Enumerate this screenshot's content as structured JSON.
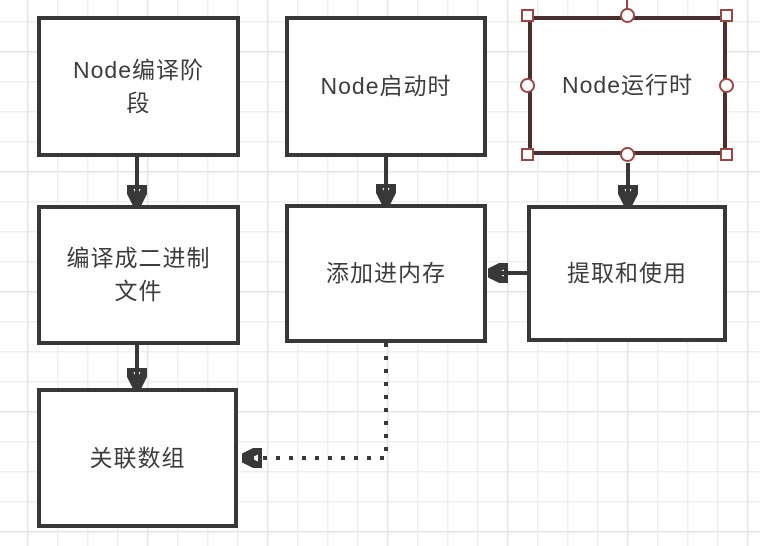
{
  "canvas": {
    "background": "#ffffff",
    "grid_minor_color": "#efefef",
    "grid_major_color": "#e4e4e4"
  },
  "colors": {
    "box_border": "#383838",
    "box_fill": "#ffffff",
    "text": "#3d3d3d",
    "arrow": "#383838",
    "selected_box_border": "#4a2f2f",
    "selection_handle_border": "#9c4646",
    "selection_handle_fill": "#ffffff"
  },
  "nodes": {
    "compile_stage": {
      "label": "Node编译阶\n段",
      "selected": false
    },
    "compile_binary": {
      "label": "编译成二进制\n文件",
      "selected": false
    },
    "assoc_array": {
      "label": "关联数组",
      "selected": false
    },
    "startup": {
      "label": "Node启动时",
      "selected": false
    },
    "add_memory": {
      "label": "添加进内存",
      "selected": false
    },
    "runtime": {
      "label": "Node运行时",
      "selected": true
    },
    "extract_use": {
      "label": "提取和使用",
      "selected": false
    }
  },
  "edges": [
    {
      "from": "compile_stage",
      "to": "compile_binary",
      "style": "solid",
      "direction": "down"
    },
    {
      "from": "startup",
      "to": "add_memory",
      "style": "solid",
      "direction": "down"
    },
    {
      "from": "runtime",
      "to": "extract_use",
      "style": "solid",
      "direction": "down"
    },
    {
      "from": "extract_use",
      "to": "add_memory",
      "style": "solid",
      "direction": "left"
    },
    {
      "from": "compile_binary",
      "to": "assoc_array",
      "style": "solid",
      "direction": "down"
    },
    {
      "from": "add_memory",
      "to": "assoc_array",
      "style": "dotted",
      "direction": "down-then-left"
    }
  ]
}
